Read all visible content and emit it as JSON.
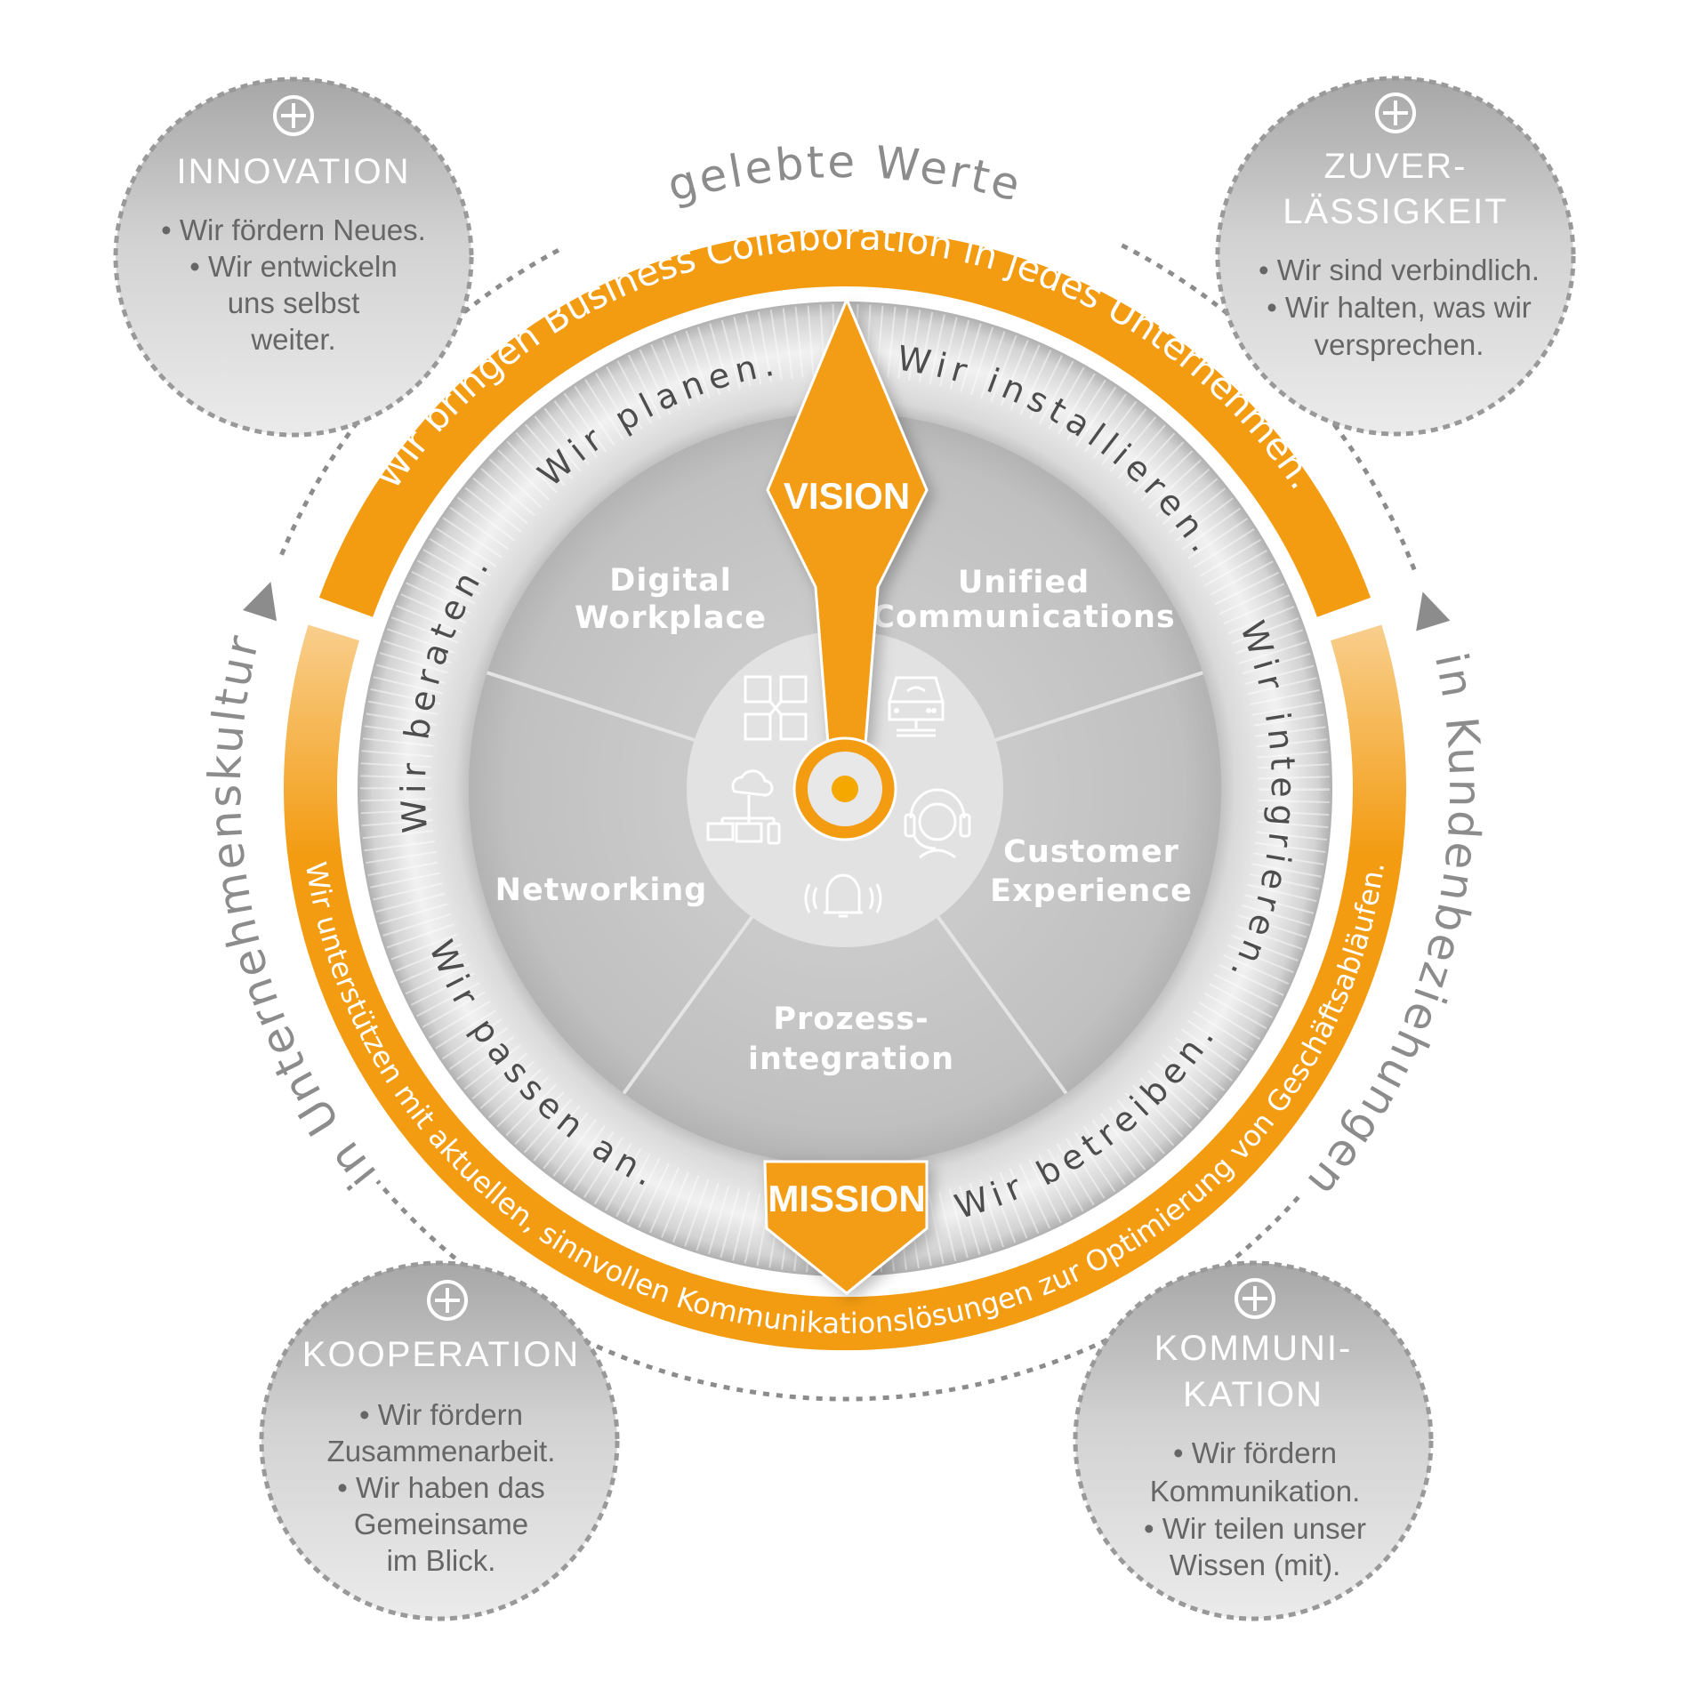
{
  "outer_labels": {
    "top": "gelebte Werte",
    "left": "in Unternehmenskultur",
    "right": "in Kundenbeziehungen"
  },
  "band": {
    "top": "Wir bringen Business Collaboration in jedes Unternehmen.",
    "bottom": "Wir unterstützen mit aktuellen, sinnvollen Kommunikationslösungen zur Optimierung von Geschäftsabläufen."
  },
  "ring_phrases": {
    "planen": "Wir planen.",
    "installieren": "Wir  installieren.",
    "integrieren": "Wir integrieren.",
    "betreiben": "Wir betreiben.",
    "passen": "Wir passen an.",
    "beraten": "Wir beraten."
  },
  "sectors": {
    "digital_workplace": [
      "Digital",
      "Workplace"
    ],
    "unified_communications": [
      "Unified",
      "Communications"
    ],
    "customer_experience": [
      "Customer",
      "Experience"
    ],
    "prozessintegration": [
      "Prozess-",
      "integration"
    ],
    "networking": [
      "Networking"
    ]
  },
  "pointers": {
    "vision": "VISION",
    "mission": "MISSION"
  },
  "values": {
    "innovation": {
      "title": [
        "INNOVATION"
      ],
      "body": [
        "• Wir fördern Neues.",
        "• Wir entwickeln",
        "uns selbst",
        "weiter."
      ]
    },
    "zuverlaessigkeit": {
      "title": [
        "ZUVER-",
        "LÄSSIGKEIT"
      ],
      "body": [
        "• Wir sind verbindlich.",
        "• Wir halten, was wir",
        "versprechen."
      ]
    },
    "kooperation": {
      "title": [
        "KOOPERATION"
      ],
      "body": [
        "• Wir fördern",
        "Zusammenarbeit.",
        "• Wir haben das",
        "Gemeinsame",
        "im Blick."
      ]
    },
    "kommunikation": {
      "title": [
        "KOMMUNI-",
        "KATION"
      ],
      "body": [
        "• Wir fördern",
        "Kommunikation.",
        "• Wir teilen unser",
        "Wissen (mit)."
      ]
    }
  },
  "colors": {
    "orange": "#f39c12",
    "orange_pale": "#f9d398",
    "gray_text": "#4d4d4d"
  }
}
